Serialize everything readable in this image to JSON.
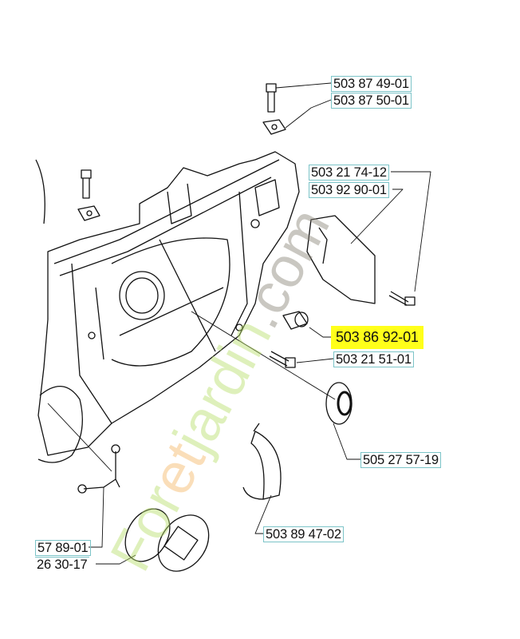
{
  "diagram": {
    "watermark": "Foretjardin.com",
    "highlight_color": "#ffff1a",
    "label_border_color": "#7cc4c8",
    "part_labels": [
      {
        "id": "screw-top",
        "text": "503 87 49-01"
      },
      {
        "id": "nut-top",
        "text": "503 87 50-01"
      },
      {
        "id": "cover-plate",
        "text": "503 21 74-12"
      },
      {
        "id": "cover-screw",
        "text": "503 92 90-01"
      },
      {
        "id": "sleeve",
        "text": "503 86 92-01",
        "highlighted": true
      },
      {
        "id": "bolt",
        "text": "503 21 51-01"
      },
      {
        "id": "seal",
        "text": "505 27 57-19"
      },
      {
        "id": "brake-band",
        "text": "503 89 47-02"
      },
      {
        "id": "spring",
        "text": "57 89-01"
      },
      {
        "id": "o-ring",
        "text": "26 30-17"
      }
    ]
  }
}
